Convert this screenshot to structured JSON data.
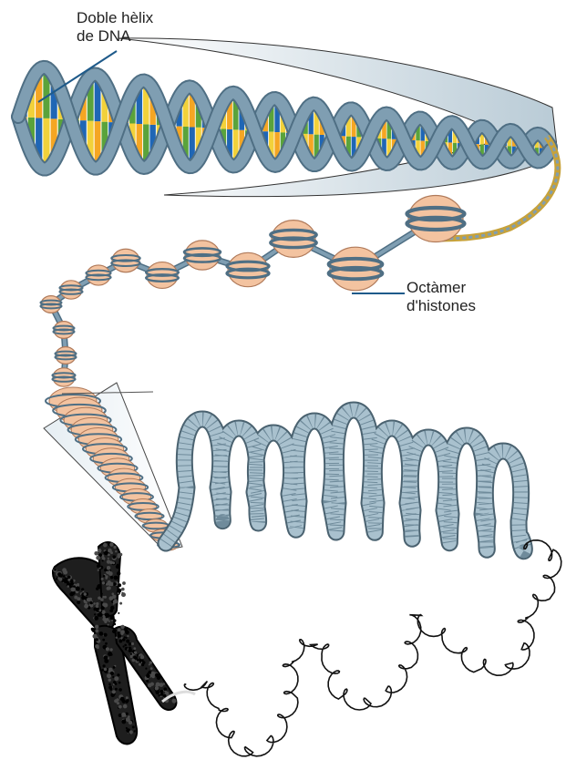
{
  "labels": {
    "dna_helix": {
      "line1": "Doble hèlix",
      "line2": "de DNA"
    },
    "histone_octamer": {
      "line1": "Octàmer",
      "line2": "d'histones"
    }
  },
  "colors": {
    "backbone": "#7f9eb2",
    "backbone_dark": "#4f6f84",
    "base_orange": "#f5a623",
    "base_green": "#5aa33b",
    "base_blue": "#1f66b5",
    "base_yellow": "#f2d13a",
    "histone": "#f3c3a0",
    "histone_edge": "#b07a5a",
    "fiber": "#9bb7c6",
    "fiber_edge": "#4a6270",
    "chromosome": "#1e1e1e",
    "leader": "#1e5a8a"
  }
}
